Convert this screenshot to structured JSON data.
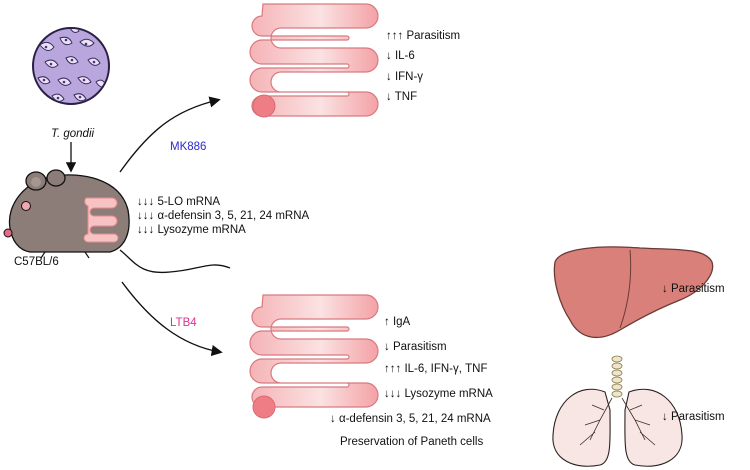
{
  "parasite": {
    "label": "T. gondii"
  },
  "mouse": {
    "strain": "C57BL/6"
  },
  "baseline_effects": [
    "↓↓↓ 5-LO mRNA",
    "↓↓↓ α-defensin 3, 5, 21, 24 mRNA",
    "↓↓↓ Lysozyme mRNA"
  ],
  "mk886_branch": {
    "label": "MK886",
    "label_color": "#2a2ad0",
    "effects": [
      "↑↑↑ Parasitism",
      "↓ IL-6",
      "↓ IFN-γ",
      "↓ TNF"
    ]
  },
  "ltb4_branch": {
    "label": "LTB4",
    "label_color": "#e0308f",
    "effects": [
      "↑ IgA",
      "↓ Parasitism",
      "↑↑↑ IL-6, IFN-γ, TNF",
      "↓↓↓ Lysozyme mRNA",
      "↓ α-defensin 3, 5, 21, 24 mRNA",
      "Preservation of Paneth cells"
    ]
  },
  "liver": {
    "effect": "↓ Parasitism"
  },
  "lungs": {
    "effect": "↓ Parasitism"
  },
  "colors": {
    "intestine": "#f29a9a",
    "liver": "#d9807a",
    "lung": "#f7e6e3",
    "mouse": "#8c7d78",
    "parasite": "#9b83c9"
  }
}
